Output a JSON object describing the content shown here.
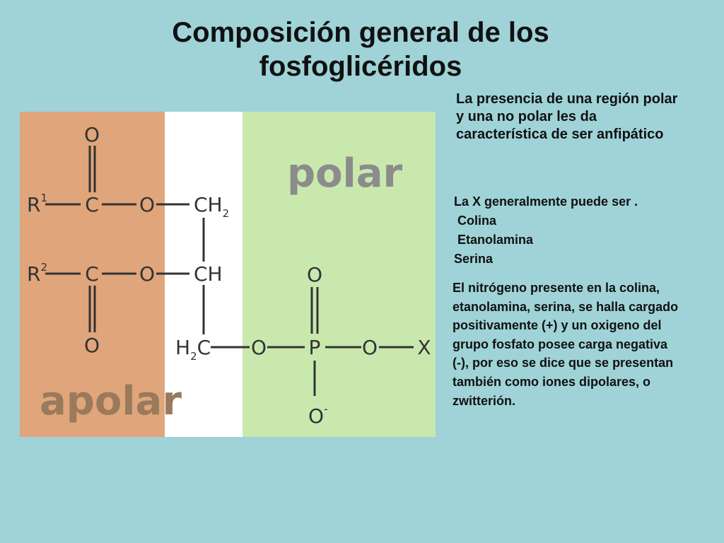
{
  "slide": {
    "title": "Composición general de los fosfoglicéridos"
  },
  "diagram": {
    "region_labels": {
      "polar": "polar",
      "apolar": "apolar"
    },
    "atoms": {
      "R1": "R",
      "R1_sup": "1",
      "R2": "R",
      "R2_sup": "2",
      "O": "O",
      "C": "C",
      "P": "P",
      "CH2": "CH",
      "CH2_sub": "2",
      "CH": "CH",
      "H2C_H": "H",
      "H2C_sub": "2",
      "H2C_C": "C",
      "O_minus": "O",
      "minus": "-",
      "X": "X"
    },
    "colors": {
      "apolar_region": "#e0a57a",
      "glycerol_region": "#ffffff",
      "polar_region": "#c9e8ae",
      "background": "#9fd3d8"
    }
  },
  "text": {
    "paragraph1": "La presencia de una región polar y una no polar les da característica de ser anfipático",
    "x_intro": "La X generalmente puede ser .",
    "x_options": [
      " Colina",
      " Etanolamina",
      "Serina"
    ],
    "paragraph3": "El nitrógeno presente en la colina, etanolamina, serina, se halla cargado positivamente (+) y  un oxigeno del grupo fosfato posee  carga negativa (-), por eso se dice que se presentan también  como iones dipolares, o zwitterión."
  }
}
